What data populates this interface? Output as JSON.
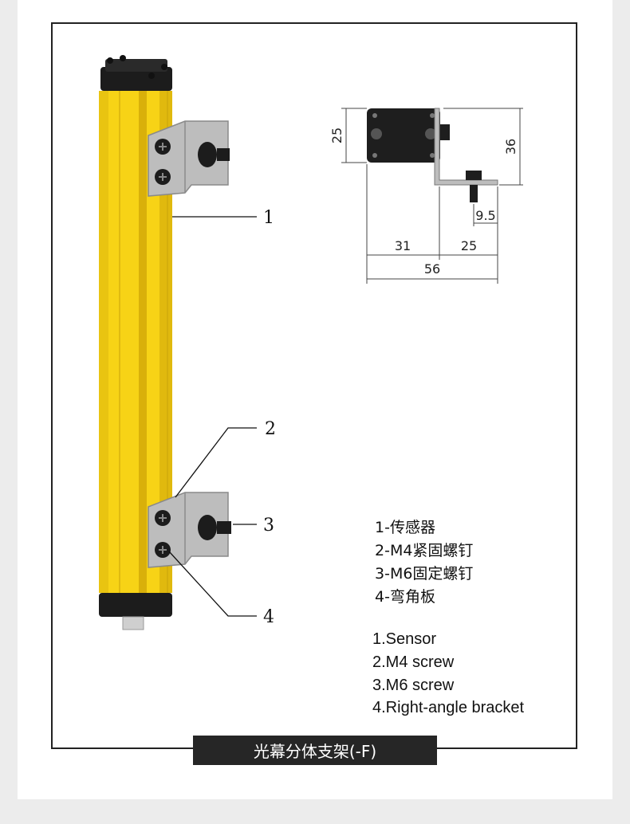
{
  "callouts": [
    "1",
    "2",
    "3",
    "4"
  ],
  "dimensions": {
    "height_left": "25",
    "height_right": "36",
    "screw_length": "9.5",
    "width_left": "31",
    "width_right": "25",
    "width_total": "56"
  },
  "legend_cn": [
    "1-传感器",
    "2-M4紧固螺钉",
    "3-M6固定螺钉",
    "4-弯角板"
  ],
  "legend_en": [
    "1.Sensor",
    "2.M4 screw",
    "3.M6 screw",
    "4.Right-angle bracket"
  ],
  "caption": "光幕分体支架(-F)",
  "colors": {
    "sensor_yellow": "#f7d316",
    "sensor_shade": "#d9b00a",
    "bracket_grey": "#bdbdbd",
    "cap_black": "#1c1c1c",
    "caption_bg": "#262626"
  }
}
